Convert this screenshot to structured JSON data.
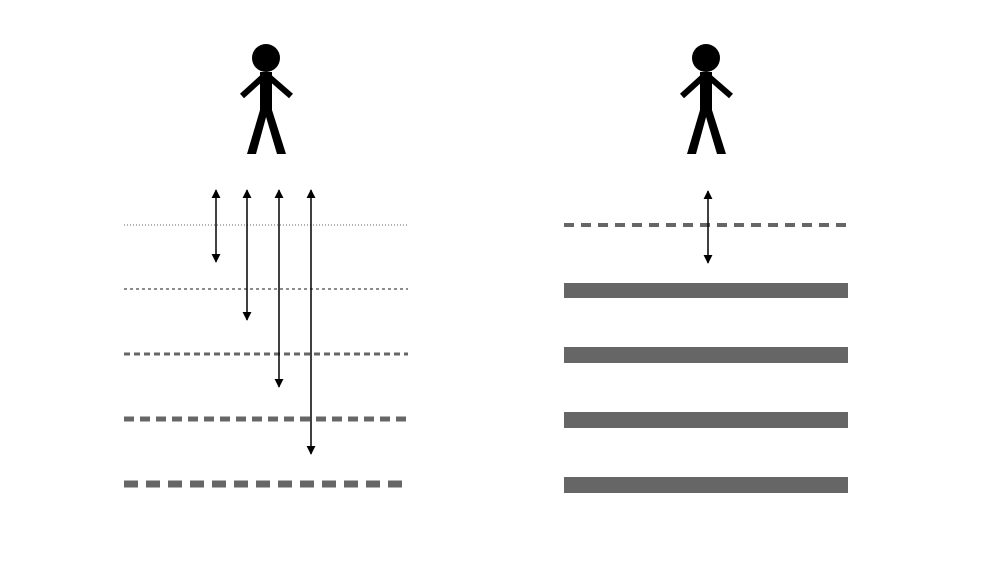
{
  "colors": {
    "background": "#ffffff",
    "figure": "#000000",
    "layer": "#666666",
    "arrow": "#000000"
  },
  "panels": [
    {
      "id": "left",
      "figure_icon": "person-icon",
      "layer_count": 5,
      "layer_styles": [
        "dotted-fine",
        "dotted-thin",
        "dashed-medium",
        "dashed-thick",
        "dashed-heavy"
      ],
      "arrow_count": 4,
      "arrow_reach_layers": [
        1,
        2,
        3,
        4
      ]
    },
    {
      "id": "right",
      "figure_icon": "person-icon",
      "layer_count": 5,
      "layer_styles": [
        "dashed-medium",
        "solid-bar",
        "solid-bar",
        "solid-bar",
        "solid-bar"
      ],
      "arrow_count": 1,
      "arrow_reach_layers": [
        1
      ]
    }
  ]
}
